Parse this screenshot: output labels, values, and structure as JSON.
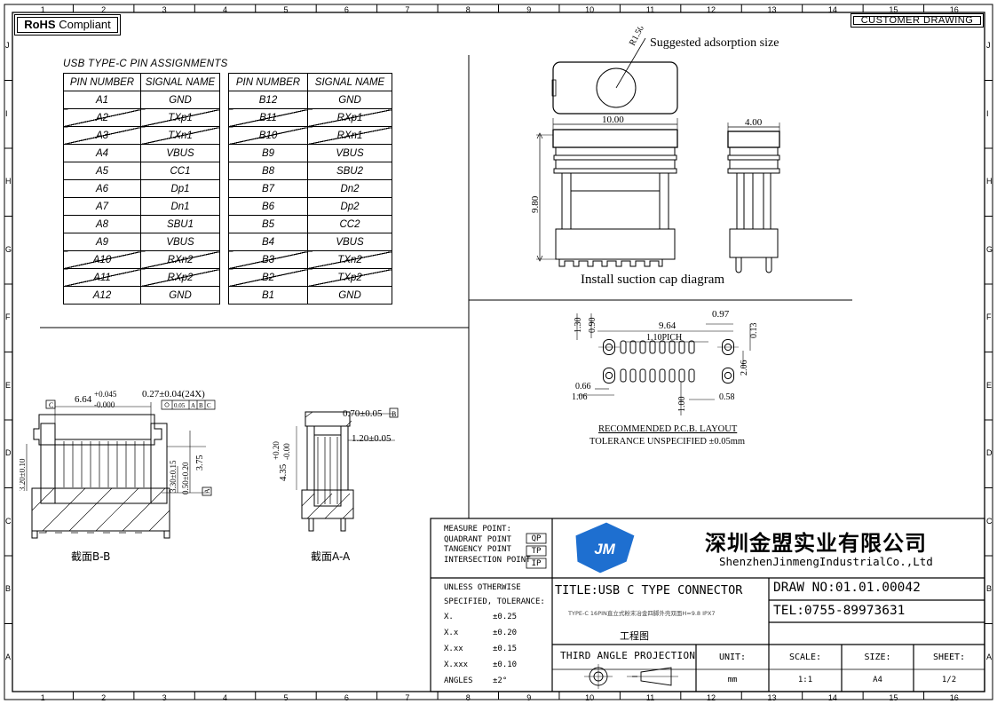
{
  "badges": {
    "rohs_bold": "RoHS",
    "rohs_rest": "Compliant",
    "customer_drawing": "CUSTOMER DRAWING"
  },
  "grid": {
    "cols": [
      "1",
      "2",
      "3",
      "4",
      "5",
      "6",
      "7",
      "8",
      "9",
      "10",
      "11",
      "12",
      "13",
      "14",
      "15",
      "16"
    ],
    "rows": [
      "J",
      "I",
      "H",
      "G",
      "F",
      "E",
      "D",
      "C",
      "B",
      "A"
    ]
  },
  "pin_table": {
    "title": "USB TYPE-C PIN ASSIGNMENTS",
    "headers": [
      "PIN NUMBER",
      "SIGNAL NAME",
      "PIN NUMBER",
      "SIGNAL NAME"
    ],
    "left": [
      {
        "pin": "A1",
        "signal": "GND",
        "struck": false
      },
      {
        "pin": "A2",
        "signal": "TXp1",
        "struck": true
      },
      {
        "pin": "A3",
        "signal": "TXn1",
        "struck": true
      },
      {
        "pin": "A4",
        "signal": "VBUS",
        "struck": false
      },
      {
        "pin": "A5",
        "signal": "CC1",
        "struck": false
      },
      {
        "pin": "A6",
        "signal": "Dp1",
        "struck": false
      },
      {
        "pin": "A7",
        "signal": "Dn1",
        "struck": false
      },
      {
        "pin": "A8",
        "signal": "SBU1",
        "struck": false
      },
      {
        "pin": "A9",
        "signal": "VBUS",
        "struck": false
      },
      {
        "pin": "A10",
        "signal": "RXn2",
        "struck": true
      },
      {
        "pin": "A11",
        "signal": "RXp2",
        "struck": true
      },
      {
        "pin": "A12",
        "signal": "GND",
        "struck": false
      }
    ],
    "right": [
      {
        "pin": "B12",
        "signal": "GND",
        "struck": false
      },
      {
        "pin": "B11",
        "signal": "RXp1",
        "struck": true
      },
      {
        "pin": "B10",
        "signal": "RXn1",
        "struck": true
      },
      {
        "pin": "B9",
        "signal": "VBUS",
        "struck": false
      },
      {
        "pin": "B8",
        "signal": "SBU2",
        "struck": false
      },
      {
        "pin": "B7",
        "signal": "Dn2",
        "struck": false
      },
      {
        "pin": "B6",
        "signal": "Dp2",
        "struck": false
      },
      {
        "pin": "B5",
        "signal": "CC2",
        "struck": false
      },
      {
        "pin": "B4",
        "signal": "VBUS",
        "struck": false
      },
      {
        "pin": "B3",
        "signal": "TXn2",
        "struck": true
      },
      {
        "pin": "B2",
        "signal": "TXp2",
        "struck": true
      },
      {
        "pin": "B1",
        "signal": "GND",
        "struck": false
      }
    ]
  },
  "suction": {
    "dia": "R1.50",
    "caption_top": "Suggested adsorption size",
    "w1": "10.00",
    "w2": "4.00",
    "h": "9.80",
    "caption": "Install suction cap diagram"
  },
  "pcb": {
    "d130": "1.30",
    "d090": "0.90",
    "d964": "9.64",
    "d097": "0.97",
    "d013": "0.13",
    "d110": "1.10PICH",
    "d206": "2.06",
    "d066": "0.66",
    "d106": "1.06",
    "d100": "1.00",
    "d058": "0.58",
    "caption1": "RECOMMENDED  P.C.B.  LAYOUT",
    "caption2": "TOLERANCE UNSPECIFIED ±0.05mm"
  },
  "sectionB": {
    "d664": "6.64",
    "d664_tol_up": "+0.045",
    "d664_tol_dn": "-0.000",
    "d027": "0.27±0.04(24X)",
    "d320": "3.20±0.10",
    "d330": "3.30±0.15",
    "d050": "0.50±0.20",
    "d375": "3.75",
    "fcf_val": "0.05",
    "fcf_a": "A",
    "fcf_b": "B",
    "fcf_c": "C",
    "datum_c": "C",
    "datum_a": "A",
    "caption": "截面B-B"
  },
  "sectionA": {
    "d070": "0.70±0.05",
    "datum_b": "B",
    "d120": "1.20±0.05",
    "d435": "4.35",
    "d435_up": "+0.20",
    "d435_dn": "-0.00",
    "caption": "截面A-A"
  },
  "title_block": {
    "measure_lines": [
      "MEASURE POINT:",
      "QUADRANT POINT",
      "TANGENCY POINT",
      "INTERSECTION POINT"
    ],
    "measure_codes": [
      "QP",
      "TP",
      "IP"
    ],
    "company_cn": "深圳金盟实业有限公司",
    "company_en": "ShenzhenJinmengIndustrialCo.,Ltd",
    "logo_text": "JM",
    "tol_head1": "UNLESS OTHERWISE",
    "tol_head2": "SPECIFIED, TOLERANCE:",
    "tolerances": [
      {
        "k": "X.",
        "v": "±0.25"
      },
      {
        "k": "X.x",
        "v": "±0.20"
      },
      {
        "k": "X.xx",
        "v": "±0.15"
      },
      {
        "k": "X.xxx",
        "v": "±0.10"
      },
      {
        "k": "ANGLES",
        "v": "±2°"
      }
    ],
    "title": "TITLE:USB C TYPE CONNECTOR",
    "subtitle": "TYPE-C 16PIN直立式粉末冶金四脚外壳双面H=9.8 IPX7",
    "drawing_cn": "工程图",
    "projection": "THIRD ANGLE PROJECTION",
    "draw_no": "DRAW NO:01.01.00042",
    "tel": "TEL:0755-89973631",
    "headers": {
      "unit": "UNIT:",
      "scale": "SCALE:",
      "size": "SIZE:",
      "sheet": "SHEET:"
    },
    "values": {
      "unit": "mm",
      "scale": "1:1",
      "size": "A4",
      "sheet": "1/2"
    }
  },
  "colors": {
    "logo_blue": "#1e6fd0",
    "line": "#000000"
  }
}
